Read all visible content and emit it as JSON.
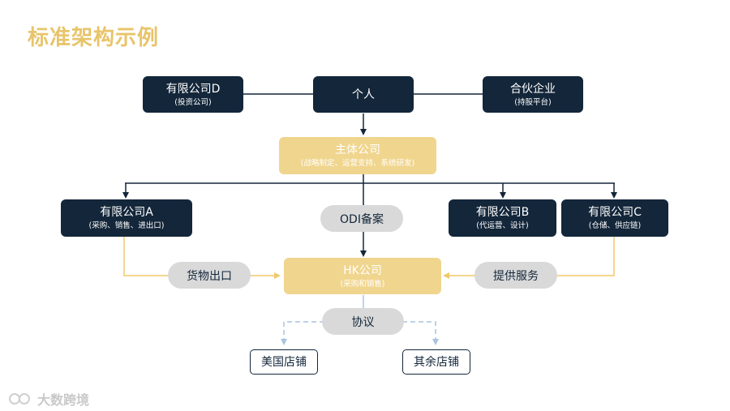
{
  "title": "标准架构示例",
  "nodes": {
    "company_d": {
      "name": "有限公司D",
      "note": "(投资公司)"
    },
    "individual": {
      "name": "个人"
    },
    "partnership": {
      "name": "合伙企业",
      "note": "(持股平台)"
    },
    "main_company": {
      "name": "主体公司",
      "note": "(战略制定、运营支持、系统研发)"
    },
    "company_a": {
      "name": "有限公司A",
      "note": "(采购、销售、进出口)"
    },
    "company_b": {
      "name": "有限公司B",
      "note": "(代运营、设计)"
    },
    "company_c": {
      "name": "有限公司C",
      "note": "(仓储、供应链)"
    },
    "hk_company": {
      "name": "HK公司",
      "note": "(采购和销售)"
    },
    "us_store": {
      "name": "美国店铺"
    },
    "other_store": {
      "name": "其余店铺"
    }
  },
  "edge_labels": {
    "odi": "ODI备案",
    "goods": "货物出口",
    "service": "提供服务",
    "agreement": "协议"
  },
  "watermark": "大数跨境",
  "colors": {
    "dark": "#13263a",
    "gold": "#f0d58e",
    "title": "#e8c46a",
    "pill": "#d9d9d9",
    "dashed": "#a9c4df"
  }
}
